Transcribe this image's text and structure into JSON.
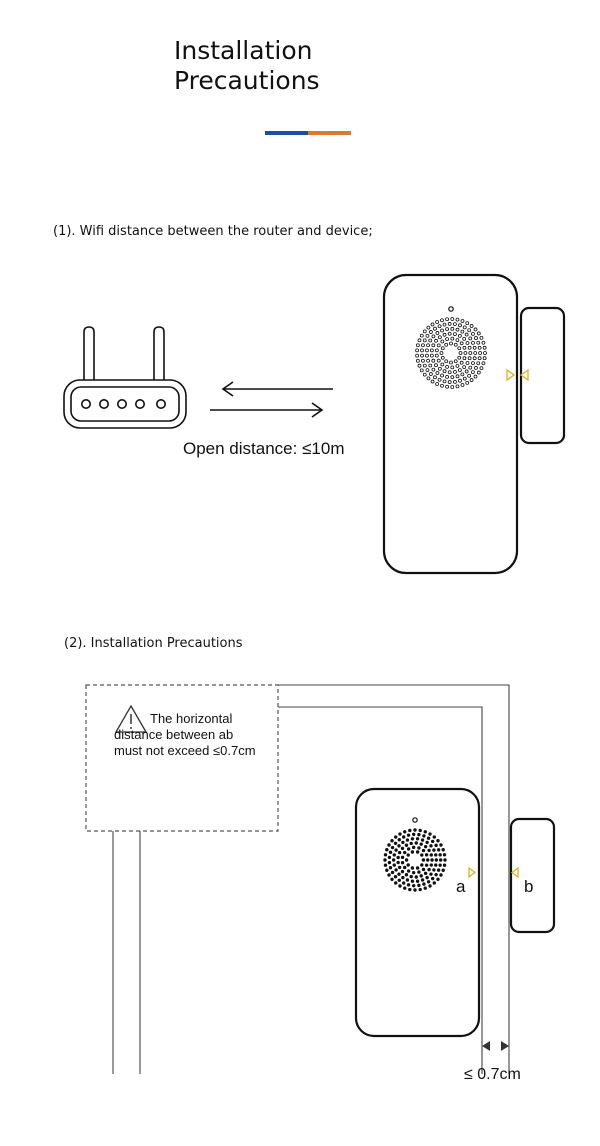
{
  "header": {
    "title_line1": "Installation",
    "title_line2": "Precautions",
    "accent_colors": [
      "#1f4f9c",
      "#e07a28"
    ]
  },
  "section1": {
    "label": "(1). Wifi distance between the router and device;",
    "distance_label": "Open distance: ≤10m"
  },
  "section2": {
    "label": "(2). Installation Precautions",
    "warning_line1": "The horizontal",
    "warning_rest": "distance between ab must not exceed ≤0.7cm",
    "label_a": "a",
    "label_b": "b",
    "gap_label": "≤ 0.7cm"
  },
  "colors": {
    "stroke": "#111111",
    "magnet_marker": "#e0b020"
  }
}
